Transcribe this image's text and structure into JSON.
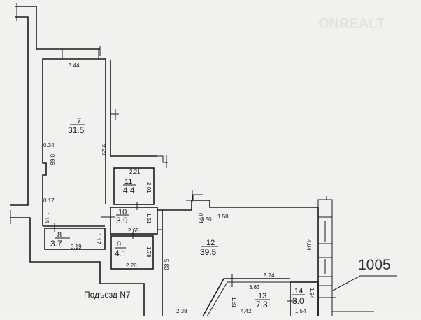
{
  "watermark": "ONREALT",
  "label_1005": "1005",
  "entrance": "Подъезд N7",
  "rooms": [
    {
      "num": "7",
      "area": "31.5"
    },
    {
      "num": "8",
      "area": "3.7"
    },
    {
      "num": "9",
      "area": "4.1"
    },
    {
      "num": "10",
      "area": "3.9"
    },
    {
      "num": "11",
      "area": "4.4"
    },
    {
      "num": "12",
      "area": "39.5"
    },
    {
      "num": "13",
      "area": "7.3"
    },
    {
      "num": "14",
      "area": "3.0"
    }
  ],
  "dims": {
    "r7_top": "3.44",
    "r7_height": "9.29",
    "r7_034": "0.34",
    "r7_066": "0.66",
    "d017": "0.17",
    "d115": "1.15",
    "r8_w": "3.19",
    "r8_h": "1.17",
    "r11_w": "2.21",
    "r11_h": "2.01",
    "r10_w": "2.65",
    "r10_h": "1.51",
    "r9_w": "2.28",
    "r9_h": "1.78",
    "r12_h": "5.80",
    "r12_021": "0.21",
    "r12_050": "0.50",
    "r12_158": "1.58",
    "r12_404": "4.04",
    "r12_524": "5.24",
    "r13_363": "3.63",
    "r13_181": "1.81",
    "r13_442": "4.42",
    "d238": "2.38",
    "r14_h": "1.94",
    "r14_w": "1.54"
  }
}
